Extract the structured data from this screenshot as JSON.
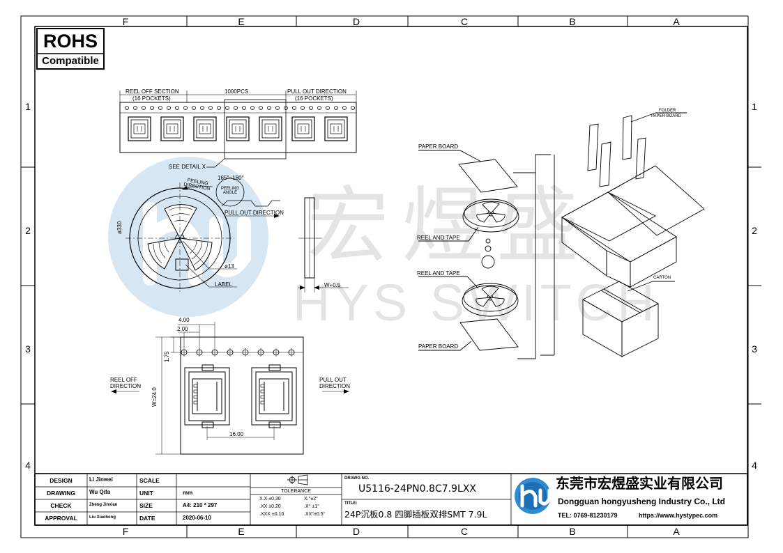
{
  "border": {
    "cols_top": [
      "F",
      "E",
      "D",
      "C",
      "B",
      "A"
    ],
    "cols_bottom": [
      "F",
      "E",
      "D",
      "C",
      "B",
      "A"
    ],
    "rows_left": [
      "1",
      "2",
      "3",
      "4"
    ],
    "rows_right": [
      "1",
      "2",
      "3",
      "4"
    ]
  },
  "rohs": {
    "title": "ROHS",
    "subtitle": "Compatible"
  },
  "watermark": {
    "chinese": "宏煜盛",
    "english": "HYS SWITCH"
  },
  "tape": {
    "reel_off_section": "REEL OFF SECTION",
    "reel_off_pockets": "(16 POCKETS)",
    "quantity": "1000PCS",
    "pull_out_direction": "PULL OUT DIRECTION",
    "pull_out_pockets": "(16 POCKETS)",
    "see_detail": "SEE DETAIL X"
  },
  "reel": {
    "peeling_direction": "PEELING DIRECTION",
    "peeling_angle_value": "165°~180°",
    "peeling_angle_label": "PEELING ANGLE",
    "pull_out": "PULL OUT DIRECTION",
    "diameter": "ø330",
    "hub": "ø13",
    "label": "LABEL",
    "width": "W+0.5"
  },
  "detail": {
    "dim_pitch": "4.00",
    "dim_half": "2.00",
    "dim_edge": "1.75",
    "dim_width": "W=24.0",
    "dim_cavity": "16.00",
    "reel_off": [
      "REEL OFF",
      "DIRECTION"
    ],
    "pull_out": [
      "PULL OUT",
      "DIRECTION"
    ]
  },
  "packing": {
    "folder": "FOLDER",
    "paper_board": "PAPER BOARD",
    "paper_board_top": "PAPER BOARD",
    "reel_and_tape_1": "REEL AND TAPE",
    "reel_and_tape_2": "REEL AND TAPE",
    "carton": "CARTON",
    "paper_board_bottom": "PAPER BOARD"
  },
  "title_block": {
    "design_label": "DESIGN",
    "design_value": "Li Jinwei",
    "drawing_label": "DRAWING",
    "drawing_value": "Wu Qifa",
    "check_label": "CHECK",
    "check_value": "Zheng Jinxian",
    "approval_label": "APPROVAL",
    "approval_value": "Liu Xiaohong",
    "scale_label": "SCALE",
    "scale_value": "",
    "unit_label": "UNIT",
    "unit_value": "mm",
    "size_label": "SIZE",
    "size_value": "A4: 210 * 297",
    "date_label": "DATE",
    "date_value": "2020-06-10",
    "tolerance_title": "TOLERANCE",
    "tol_1a": "X.X  ±0.30",
    "tol_1b": "X.°±2°",
    "tol_2a": ".XX  ±0.20",
    "tol_2b": ".X° ±1°",
    "tol_3a": ".XXX ±0.10",
    "tol_3b": ".XX°±0.5°",
    "drawing_no_label": "DRAWG NO.",
    "drawing_no": "U5116-24PN0.8C7.9LXX",
    "title_label": "TITLE:",
    "title_value": "24P沉板0.8 四脚插板双排SMT 7.9L",
    "company_cn": "东莞市宏煜盛实业有限公司",
    "company_en": "Dongguan hongyusheng Industry Co., Ltd",
    "tel": "TEL: 0769-81230179",
    "website": "https://www.hystypec.com"
  }
}
